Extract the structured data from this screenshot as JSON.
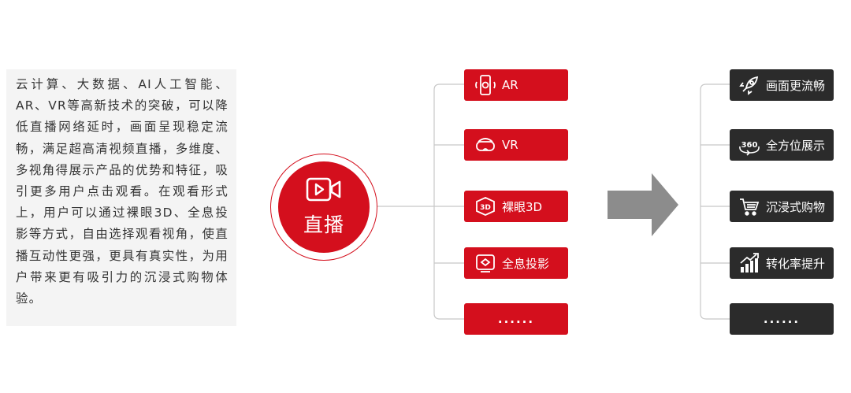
{
  "description": "云计算、大数据、AI人工智能、AR、VR等高新技术的突破，可以降低直播网络延时，画面呈现稳定流畅，满足超高清视频直播，多维度、多视角得展示产品的优势和特征，吸引更多用户点击观看。在观看形式上，用户可以通过裸眼3D、全息投影等方式，自由选择观看视角，使直播互动性更强，更具有真实性，为用户带来更有吸引力的沉浸式购物体验。",
  "hub": {
    "label": "直播",
    "icon": "video-camera-icon"
  },
  "tech_items": [
    {
      "label": "AR",
      "icon": "ar-phone-icon"
    },
    {
      "label": "VR",
      "icon": "vr-headset-icon"
    },
    {
      "label": "裸眼3D",
      "icon": "3d-cube-icon"
    },
    {
      "label": "全息投影",
      "icon": "hologram-icon"
    },
    {
      "label": "......",
      "icon": ""
    }
  ],
  "benefit_items": [
    {
      "label": "画面更流畅",
      "icon": "rocket-icon"
    },
    {
      "label": "全方位展示",
      "icon": "360-icon"
    },
    {
      "label": "沉浸式购物",
      "icon": "shopping-cart-icon"
    },
    {
      "label": "转化率提升",
      "icon": "growth-chart-icon"
    },
    {
      "label": "......",
      "icon": ""
    }
  ],
  "colors": {
    "accent": "#d40f1d",
    "dark": "#2b2b2b",
    "line": "#c8c8c8",
    "arrow": "#8c8c8c",
    "panel": "#f4f4f4"
  }
}
